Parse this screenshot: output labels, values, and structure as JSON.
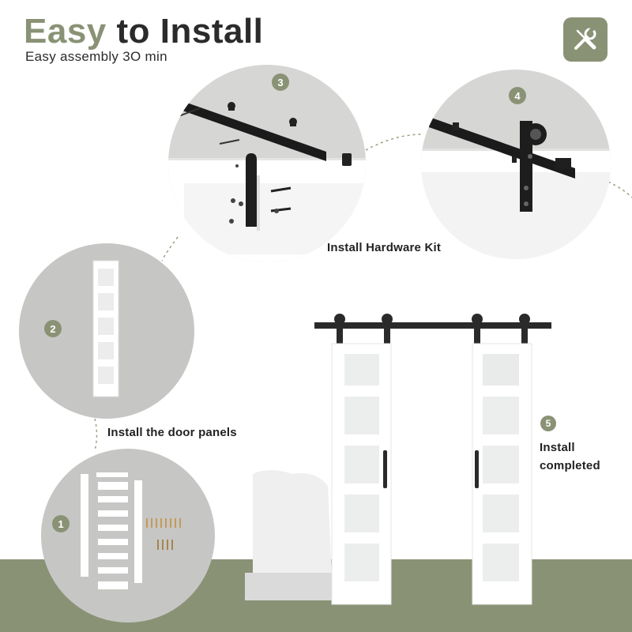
{
  "header": {
    "title_accent": "Easy",
    "title_rest": " to Install",
    "subtitle": "Easy assembly 3O min"
  },
  "steps": [
    {
      "number": "1",
      "label": ""
    },
    {
      "number": "2",
      "label": "Install the door panels"
    },
    {
      "number": "3",
      "label": ""
    },
    {
      "number": "4",
      "label": "Install Hardware Kit"
    },
    {
      "number": "5",
      "label": "Install completed"
    }
  ],
  "step5": {
    "line1": "Install",
    "line2": "completed"
  },
  "icons": {
    "tools": "wrench-screwdriver-icon"
  },
  "colors": {
    "accent": "#8a9275",
    "text": "#2b2b2b",
    "circle_bg": "#d6d6d4",
    "floor": "#8a9275"
  }
}
